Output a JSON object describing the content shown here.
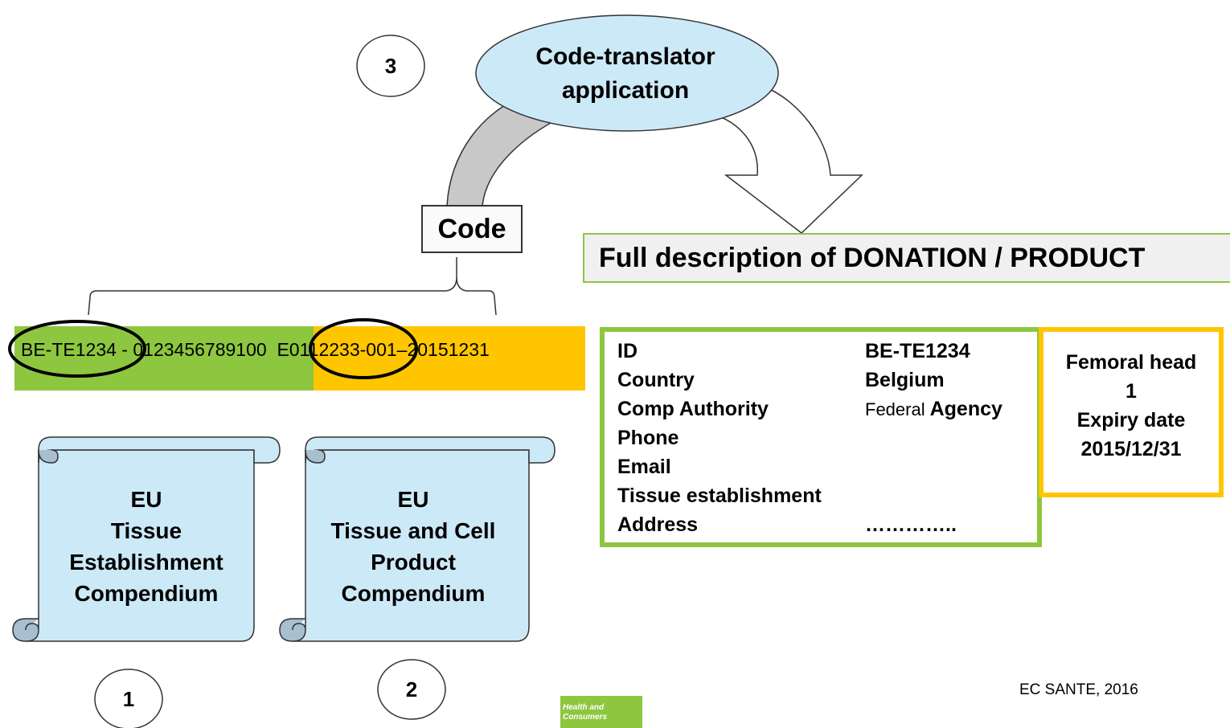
{
  "app": {
    "circle_3": "3",
    "circle_1": "1",
    "circle_2": "2",
    "translator": {
      "line1": "Code-translator",
      "line2": "application"
    },
    "code_label": "Code",
    "full_description": "Full description of DONATION / PRODUCT",
    "code_string": {
      "part_te": "BE-TE1234",
      "sep1": " - ",
      "part_donation": "0123456789100",
      "sep2": "  ",
      "part_product": "E0112233-",
      "part_rest": "001–20151231"
    },
    "scroll_1": {
      "line1": "EU",
      "line2": "Tissue",
      "line3": "Establishment",
      "line4": "Compendium"
    },
    "scroll_2": {
      "line1": "EU",
      "line2": "Tissue and Cell",
      "line3": "Product",
      "line4": "Compendium"
    },
    "info": {
      "id_label": "ID",
      "id_value": "BE-TE1234",
      "country_label": "Country",
      "country_value": "Belgium",
      "authority_label": "Comp Authority",
      "authority_value_small": "Federal",
      "authority_value": " Agency",
      "phone_label": "Phone",
      "email_label": "Email",
      "tissue_label": "Tissue establishment",
      "address_label": "Address",
      "address_value": "………….."
    },
    "product": {
      "line1": "Femoral head",
      "line2": "1",
      "line3": "Expiry date",
      "line4": "2015/12/31"
    },
    "footer": "EC SANTE, 2016",
    "logo": {
      "line1": "Health and",
      "line2": "Consumers"
    },
    "colors": {
      "green": "#8dc63f",
      "yellow": "#ffc600",
      "light_blue": "#cce9f7",
      "grey": "#c8c8c8"
    }
  }
}
